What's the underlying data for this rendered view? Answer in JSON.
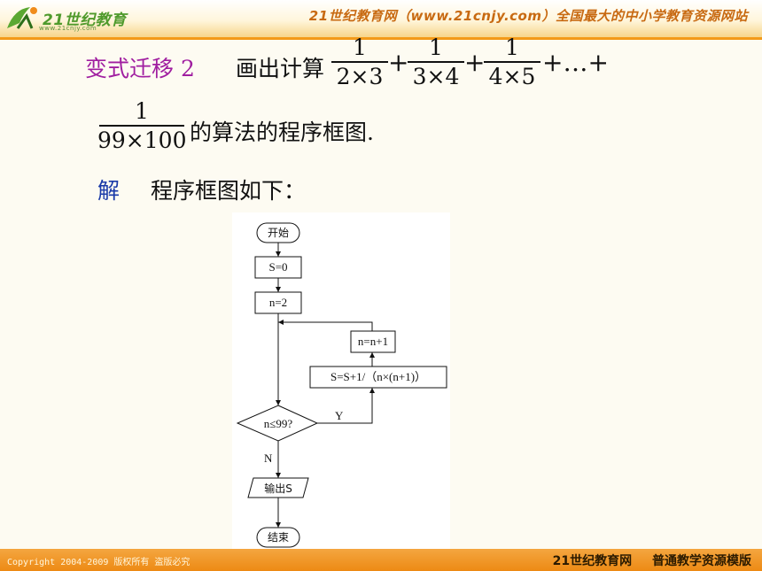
{
  "header": {
    "logo_text": "21世纪教育",
    "logo_url": "www.21cnjy.com",
    "slogan": "21世纪教育网（www.21cnjy.com）全国最大的中小学教育资源网站"
  },
  "problem": {
    "label": "变式迁移 2",
    "intro": "画出计算",
    "fractions": [
      {
        "num": "1",
        "den": "2×3"
      },
      {
        "num": "1",
        "den": "3×4"
      },
      {
        "num": "1",
        "den": "4×5"
      }
    ],
    "plus": "+",
    "ellipsis": "+…+",
    "last_fraction": {
      "num": "1",
      "den": "99×100"
    },
    "tail": "的算法的程序框图."
  },
  "solution": {
    "label": "解",
    "text": "程序框图如下："
  },
  "flowchart": {
    "start": "开始",
    "init_s": "S=0",
    "init_n": "n=2",
    "condition": "n≤99?",
    "yes": "Y",
    "no": "N",
    "update_s": "S=S+1/（n×(n+1)）",
    "update_n": "n=n+1",
    "output": "输出S",
    "end": "结束"
  },
  "footer": {
    "copyright": "Copyright 2004-2009 版权所有 盗版必究",
    "site": "21世纪教育网",
    "template": "普通教学资源模版"
  },
  "colors": {
    "accent_orange": "#f39a18",
    "label_purple": "#a01ea0",
    "solution_blue": "#1a3aa8"
  }
}
